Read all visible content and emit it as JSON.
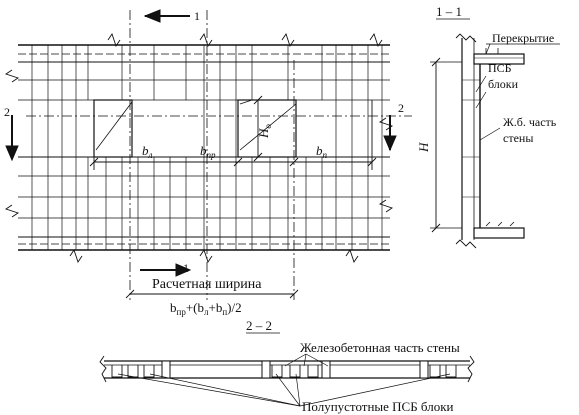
{
  "section_marks": {
    "top": "1",
    "bottom": "1",
    "left": "2",
    "right": "2"
  },
  "elevation": {
    "dim_b_left": "b",
    "dim_b_left_sub": "л",
    "dim_b_mid": "b",
    "dim_b_mid_sub": "пр",
    "dim_b_right": "b",
    "dim_b_right_sub": "п",
    "dim_h0": "H",
    "dim_h0_sub": "о",
    "calc_width_label": "Расчетная ширина",
    "formula_b": "b",
    "formula_b_sub": "пр",
    "formula_plus": "+(b",
    "formula_l_sub": "л",
    "formula_plus2": "+b",
    "formula_n_sub": "п",
    "formula_end": ")/2"
  },
  "section_1_1": {
    "title": "1 – 1",
    "slab_label": "Перекрытие",
    "psb_label_line1": "ПСБ",
    "psb_label_line2": "блоки",
    "rc_label_line1": "Ж.б. часть",
    "rc_label_line2": "стены",
    "height_label": "H"
  },
  "section_2_2": {
    "title": "2 – 2",
    "rc_wall_label": "Железобетонная часть стены",
    "psb_blocks_label": "Полупустотные ПСБ блоки"
  }
}
